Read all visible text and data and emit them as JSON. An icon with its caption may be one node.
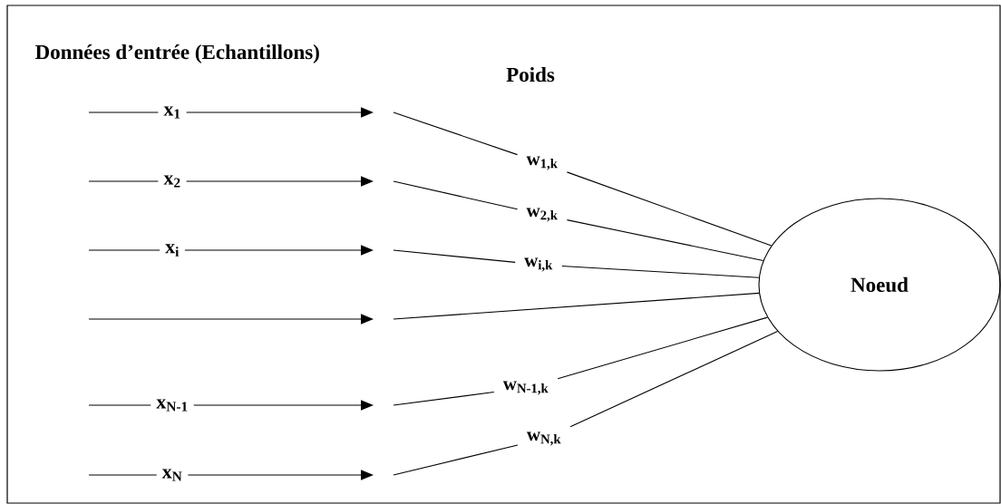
{
  "diagram": {
    "title": "Données d’entrée (Echantillons)",
    "nodes": [
      {
        "text": [
          "Noeud"
        ]
      },
      {
        "text": [
          "x$_{1}$"
        ]
      },
      {
        "text": [
          "x$_{2}$"
        ]
      },
      {
        "text": [
          "x$_{i}$"
        ]
      },
      {
        "text": [
          "x$_{N-1}$"
        ]
      },
      {
        "text": [
          "x$_{N}$"
        ]
      },
      {
        "text": [
          "w$_{1,k}$"
        ]
      },
      {
        "text": [
          "w$_{2,k}$"
        ]
      },
      {
        "text": [
          "w$_{i,k}$"
        ]
      },
      {
        "text": [
          "w$_{N-1,k}$"
        ]
      },
      {
        "text": [
          "w$_{N,k}$"
        ]
      }
    ],
    "edges": [
      {
        "from": null,
        "to": 1,
        "arrow": "none"
      },
      {
        "from": 1,
        "to": null,
        "arrow": "to"
      },
      {
        "from": null,
        "to": 6,
        "arrow": "none"
      },
      {
        "from": 6,
        "to": 0,
        "arrow": "none"
      },
      {
        "from": null,
        "to": 2,
        "arrow": "none"
      },
      {
        "from": 2,
        "to": null,
        "arrow": "to"
      },
      {
        "from": null,
        "to": 7,
        "arrow": "none"
      },
      {
        "from": 7,
        "to": 0,
        "arrow": "none"
      },
      {
        "from": null,
        "to": 3,
        "arrow": "none"
      },
      {
        "from": 3,
        "to": null,
        "arrow": "to"
      },
      {
        "from": null,
        "to": 8,
        "arrow": "none"
      },
      {
        "from": 8,
        "to": 0,
        "arrow": "none"
      },
      {
        "from": null,
        "to": 0,
        "arrow": "none"
      },
      {
        "from": null,
        "to": 4,
        "arrow": "none"
      },
      {
        "from": 4,
        "to": null,
        "arrow": "to"
      },
      {
        "from": null,
        "to": 9,
        "arrow": "none"
      },
      {
        "from": 9,
        "to": 0,
        "arrow": "none"
      },
      {
        "from": null,
        "to": 5,
        "arrow": "none"
      },
      {
        "from": 5,
        "to": null,
        "arrow": "to"
      },
      {
        "from": null,
        "to": 10,
        "arrow": "none"
      },
      {
        "from": 10,
        "to": 0,
        "arrow": "none"
      }
    ],
    "labels": [
      "Poids"
    ]
  }
}
